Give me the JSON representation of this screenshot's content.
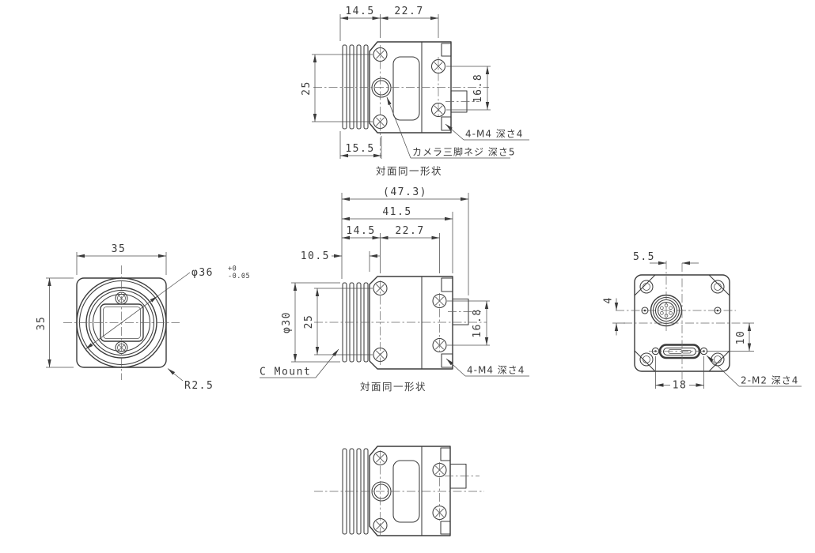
{
  "drawing": {
    "background": "#ffffff",
    "line_color": "#3b3b3b",
    "views": {
      "top": {
        "dim_front": "14.5",
        "dim_rear": "22.7",
        "dim_screw_pitch": "25",
        "dim_rear_screw_pitch": "16.8",
        "dim_tripod_offset": "15.5",
        "label_m4": "4-M4 深さ4",
        "label_tripod": "カメラ三脚ネジ 深さ5",
        "caption": "対面同一形状"
      },
      "front": {
        "dim_width": "35",
        "dim_height": "35",
        "dim_mount_dia": "φ36",
        "tol_upper": "+0",
        "tol_lower": "-0.05",
        "dim_corner_r": "R2.5"
      },
      "side": {
        "dim_overall": "(47.3)",
        "dim_body": "41.5",
        "dim_front": "14.5",
        "dim_rear": "22.7",
        "dim_flange": "10.5",
        "dim_lens_dia": "φ30",
        "dim_screw_pitch": "25",
        "dim_rear_screw_pitch": "16.8",
        "label_cmount": "C Mount",
        "label_m4": "4-M4 深さ4",
        "caption": "対面同一形状"
      },
      "rear": {
        "dim_conn_offset_h": "5.5",
        "dim_conn_offset_v": "4",
        "dim_usb_offset": "10",
        "dim_m2_pitch": "18",
        "label_m2": "2-M2 深さ4"
      }
    }
  }
}
